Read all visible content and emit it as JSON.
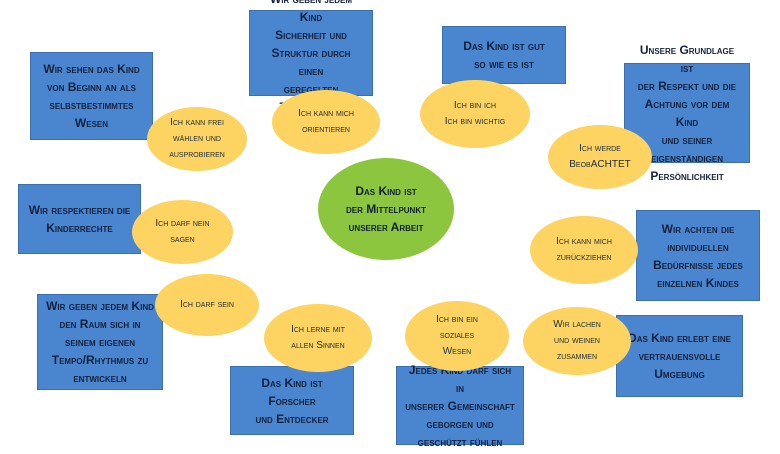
{
  "center": "Das Kind ist\nder Mittelpunkt\nunserer Arbeit",
  "boxes": [
    "Wir sehen das Kind\nvon Beginn an als\nselbstbestimmtes\nWesen",
    "Wir geben jedem Kind\nSicherheit und\nStruktur durch einen\ngeregelten\nTagesablauf",
    "Das Kind ist gut\nso wie es ist",
    "Unsere Grundlage ist\nder Respekt und die\nAchtung vor dem Kind\nund seiner\neigenständigen\nPersönlichkeit",
    "Wir respektieren die\nKinderrechte",
    "Wir achten die\nindividuellen\nBedürfnisse jedes\neinzelnen Kindes",
    "Wir geben jedem Kind\nden Raum sich in\nseinem eigenen\nTempo/Rhythmus zu\nentwickeln",
    "Das Kind erlebt eine\nvertrauensvolle\nUmgebung",
    "Das Kind ist Forscher\nund Entdecker",
    "Jedes Kind darf sich in\nunserer Gemeinschaft\ngeborgen und\ngeschützt fühlen"
  ],
  "ellipses": [
    "Ich kann frei\nwählen und\nausprobieren",
    "Ich kann mich\norientieren",
    "Ich bin ich\nIch bin wichtig",
    "Ich werde\nBeobACHTET",
    "Ich darf nein\nsagen",
    "Ich kann mich\nzurückziehen",
    "Ich darf sein",
    "Ich lerne mit\nallen Sinnen",
    "Ich bin ein\nsoziales\nWesen",
    "Wir lachen\nund weinen\nzusammen"
  ]
}
